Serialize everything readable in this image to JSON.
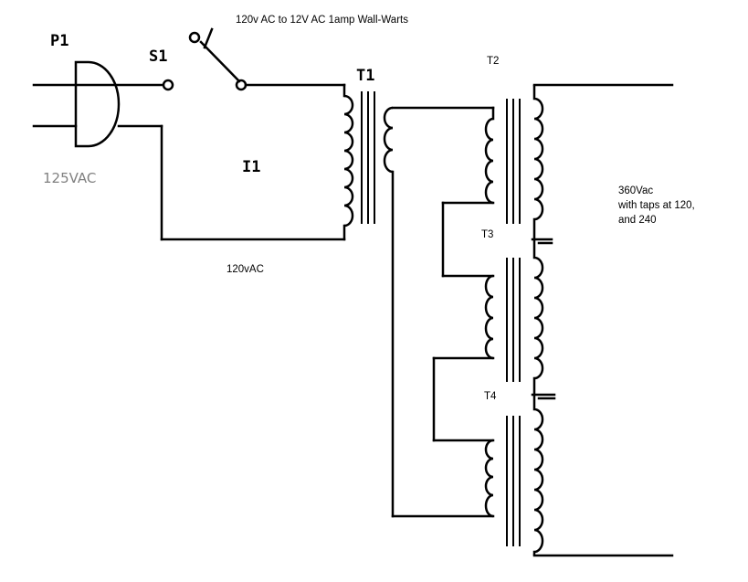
{
  "labels": {
    "plug": "P1",
    "switch": "S1",
    "transformer1": "T1",
    "transformer2": "T2",
    "transformer3": "T3",
    "transformer4": "T4",
    "inverter": "I1",
    "heading": "120v AC to 12V AC 1amp Wall-Warts",
    "mains_voltage": "125VAC",
    "primary_voltage": "120vAC",
    "output_line1": "360Vac",
    "output_line2": "with taps at 120,",
    "output_line3": "and 240"
  }
}
